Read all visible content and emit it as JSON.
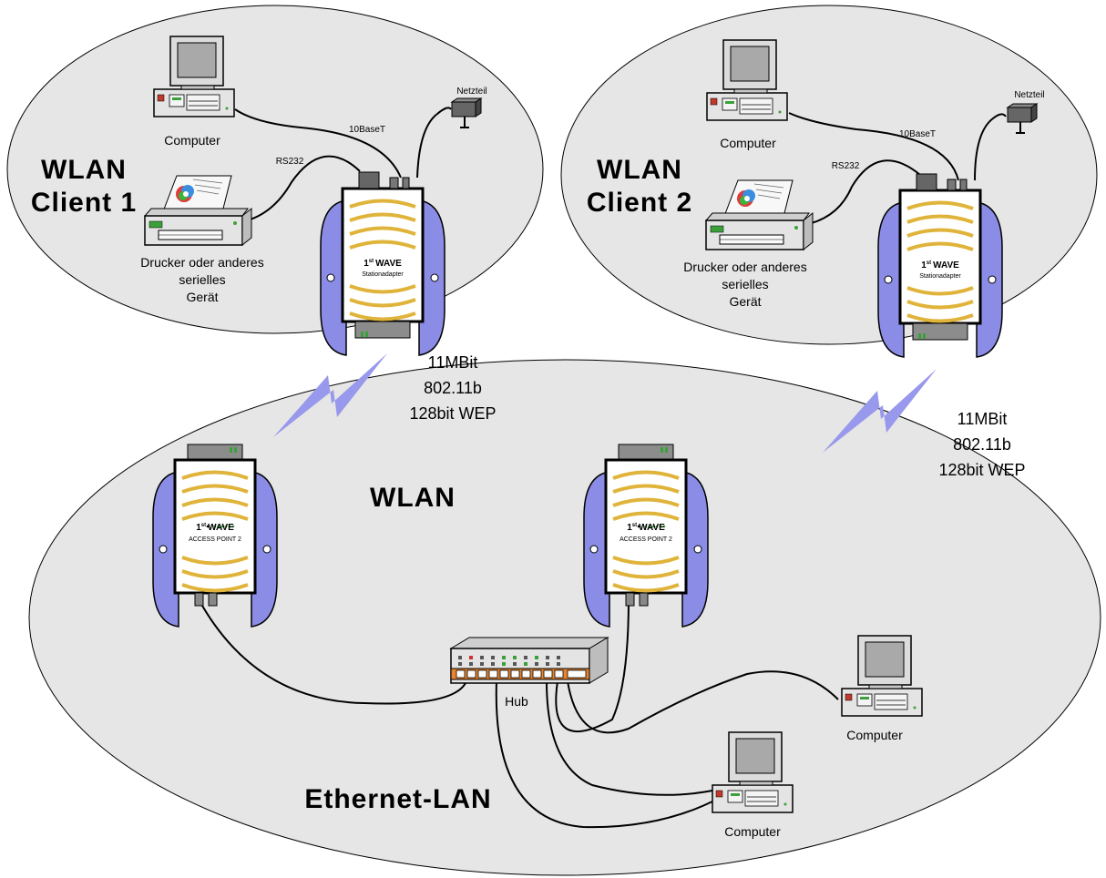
{
  "colors": {
    "zone_fill": "#e6e6e6",
    "antenna_gold": "#e0b43a",
    "side_blue": "#8a8ce6",
    "lightning_blue": "#9898ec"
  },
  "zones": {
    "client1": {
      "line1": "WLAN",
      "line2": "Client 1"
    },
    "client2": {
      "line1": "WLAN",
      "line2": "Client 2"
    },
    "wlan": "WLAN",
    "ethernet": "Ethernet-LAN"
  },
  "links": {
    "left": {
      "line1": "11MBit",
      "line2": "802.11b",
      "line3": "128bit WEP"
    },
    "right": {
      "line1": "11MBit",
      "line2": "802.11b",
      "line3": "128bit WEP"
    }
  },
  "labels": {
    "computer": "Computer",
    "printer_line1": "Drucker oder anderes",
    "printer_line2": "serielles",
    "printer_line3": "Gerät",
    "netzteil": "Netzteil",
    "cable_10baset": "10BaseT",
    "cable_rs232": "RS232",
    "hub": "Hub"
  },
  "devices": {
    "brand_main": "1",
    "brand_sup": "st",
    "brand_word": "WAVE",
    "station_adapter": "Stationadapter",
    "access_point": "ACCESS POINT 2"
  },
  "icons": [
    "computer-icon",
    "printer-icon",
    "power-adapter-icon",
    "station-adapter-icon",
    "access-point-icon",
    "hub-icon",
    "lightning-icon"
  ]
}
